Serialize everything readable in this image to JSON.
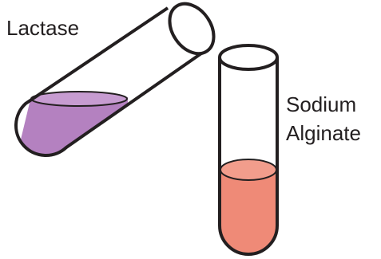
{
  "labels": {
    "lactase": "Lactase",
    "sodium_line1": "Sodium",
    "sodium_line2": "Alginate"
  },
  "colors": {
    "outline": "#231f20",
    "background": "#ffffff",
    "lactase_liquid": "#b481c0",
    "lactase_liquid_surface": "#c79cd1",
    "alginate_liquid": "#ef8a77",
    "alginate_liquid_surface": "#f29d8c"
  },
  "objects": {
    "tilted_tube": {
      "name": "Lactase test tube",
      "contents": "Lactase (purple liquid)"
    },
    "upright_tube": {
      "name": "Sodium Alginate test tube",
      "contents": "Sodium Alginate (pink liquid)"
    }
  }
}
